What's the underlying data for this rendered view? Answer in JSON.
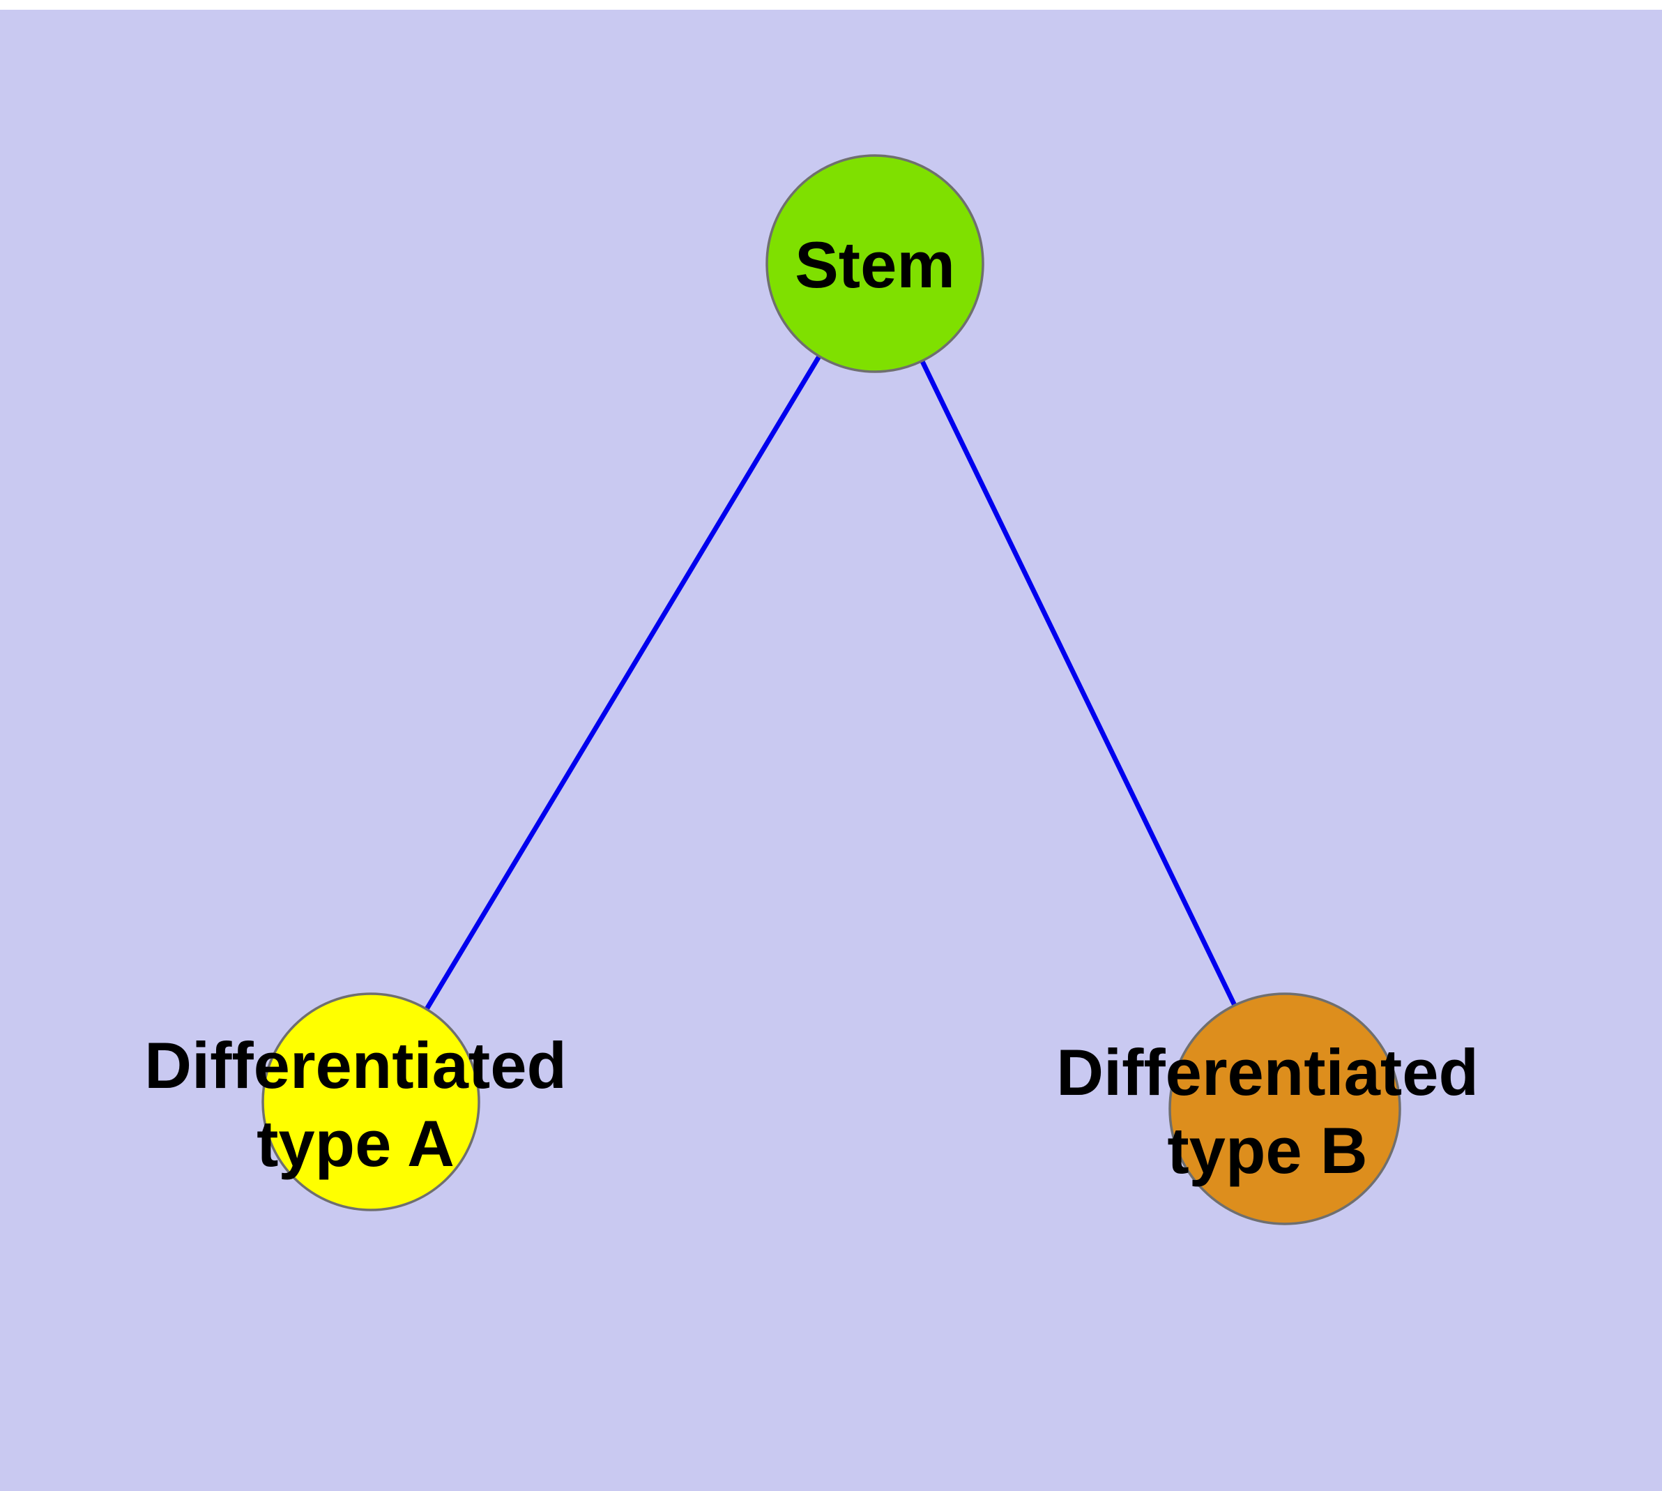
{
  "canvas": {
    "top_margin_color": "#ffffff",
    "background": "#c9c9f1"
  },
  "edges": {
    "color": "#0000ee"
  },
  "nodes": {
    "stem": {
      "label": "Stem",
      "color": "#7fe000"
    },
    "typeA": {
      "label_line1": "Differentiated",
      "label_line2": "type A",
      "color": "#ffff00"
    },
    "typeB": {
      "label_line1": "Differentiated",
      "label_line2": "type B",
      "color": "#dd8e1d"
    }
  }
}
